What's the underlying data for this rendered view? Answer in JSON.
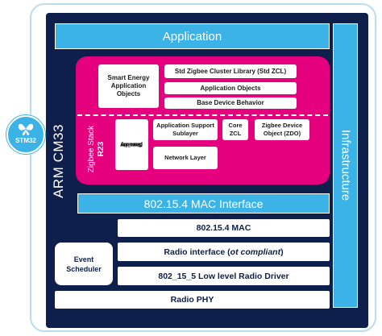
{
  "diagram": {
    "application": "Application",
    "infrastructure": "Infrastructure",
    "arm": "ARM CM33",
    "zigbee_stack": {
      "label_line1": "Zigbee Stack",
      "label_line2": "R23",
      "smart_energy": "Smart Energy Application Objects",
      "std_zcl": "Std Zigbee Cluster Library (Std ZCL)",
      "application_objects": "Application Objects",
      "base_device": "Base Device Behavior",
      "security_line1": "Security",
      "security_line2": "Service",
      "security_line3": "provider",
      "aps": "Application Support Sublayer",
      "core_zcl": "Core ZCL",
      "zdo": "Zigbee Device Object (ZDO)",
      "network_layer": "Network Layer"
    },
    "mac_interface": "802.15.4 MAC Interface",
    "mac": "802.15.4 MAC",
    "radio_interface_prefix": "Radio interface (",
    "radio_interface_italic": "ot compliant",
    "radio_interface_suffix": ")",
    "low_level_driver": "802_15_5 Low level Radio Driver",
    "radio_phy": "Radio PHY",
    "event_scheduler": "Event Scheduler",
    "stm_badge": "STM32"
  },
  "colors": {
    "chip": "#0d1f4a",
    "cyan": "#3bb3e6",
    "magenta": "#e5007e",
    "border": "#b9dcf0"
  },
  "icons": {
    "stm_logo": "butterfly-icon"
  }
}
